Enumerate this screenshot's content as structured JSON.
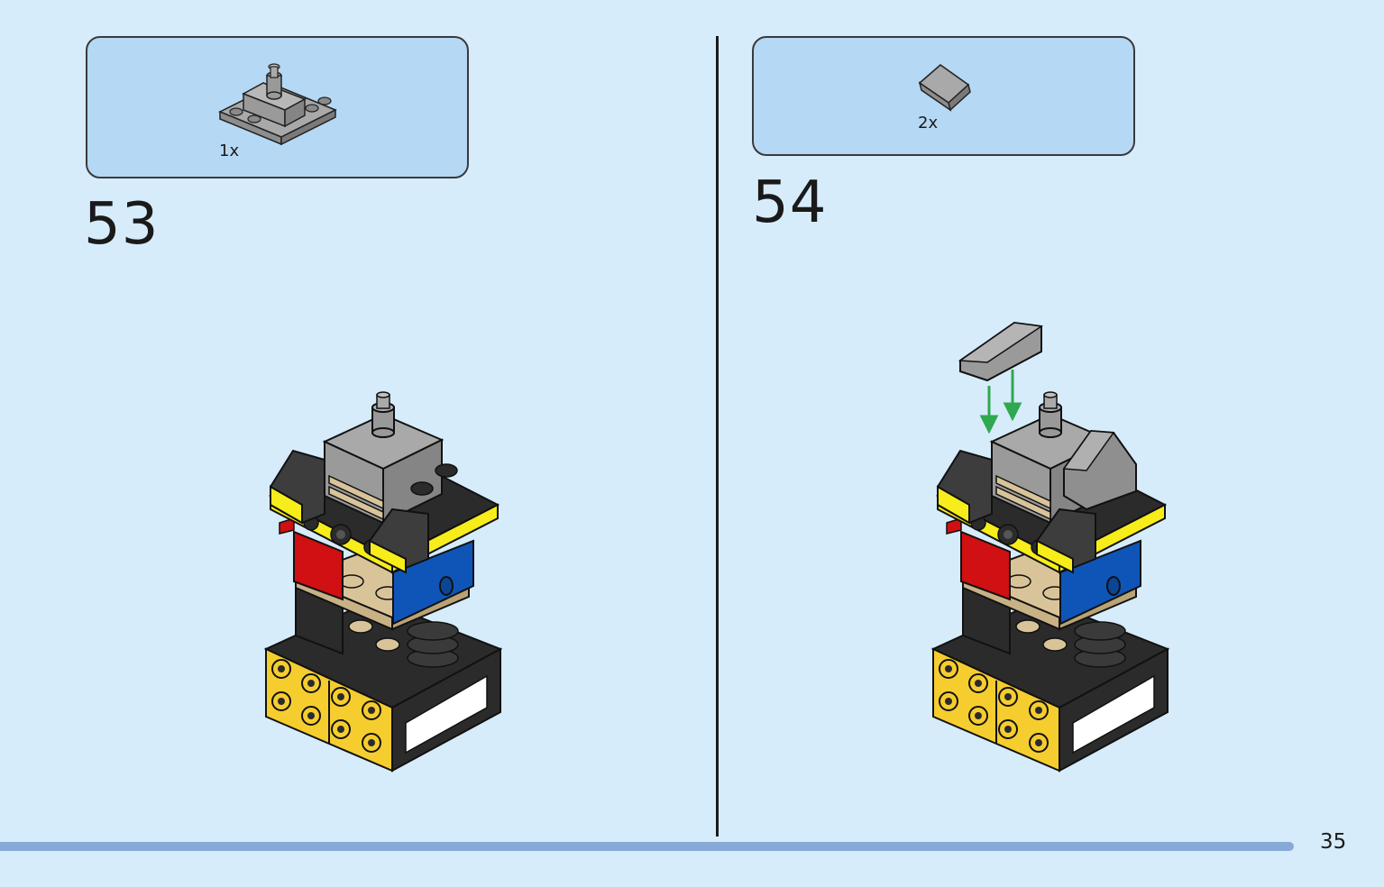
{
  "page": {
    "number": "35"
  },
  "steps": [
    {
      "number": "53",
      "parts": [
        {
          "name": "gray-plate-with-pin",
          "quantity": "1x"
        }
      ]
    },
    {
      "number": "54",
      "parts": [
        {
          "name": "gray-slope-tile",
          "quantity": "2x"
        }
      ]
    }
  ],
  "colors": {
    "background": "#d6ecfb",
    "parts_box": "#b5d8f4",
    "progress_bar": "#86a9d6",
    "brick_yellow": "#f5cd2f",
    "brick_black": "#2b2b2b",
    "brick_gray": "#9c9c9c",
    "brick_tan": "#d9c49a",
    "brick_red": "#d01012",
    "brick_blue": "#0f55b8",
    "arrow_green": "#2fa84f"
  }
}
